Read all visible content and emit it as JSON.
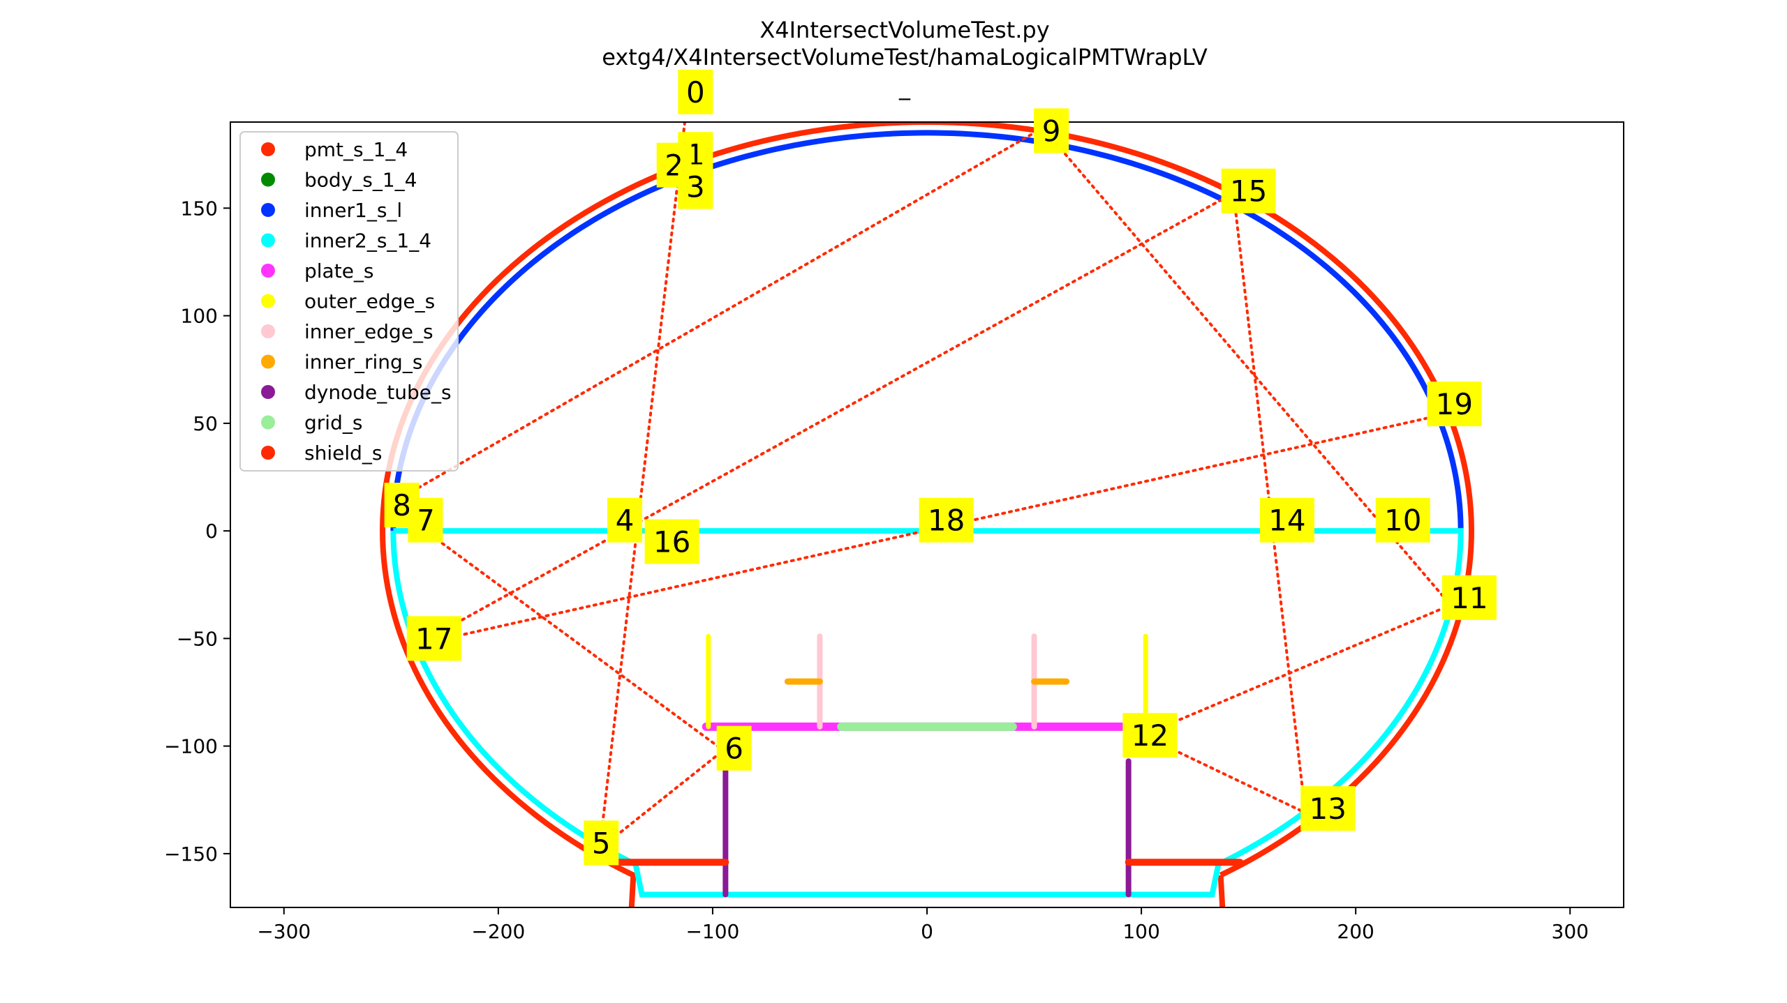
{
  "chart_data": {
    "type": "scatter",
    "title": "X4IntersectVolumeTest.py",
    "subtitle": "extg4/X4IntersectVolumeTest/hamaLogicalPMTWrapLV",
    "subtitle2": "_",
    "xlim": [
      -325,
      325
    ],
    "ylim": [
      -175,
      190
    ],
    "xticks": [
      -300,
      -200,
      -100,
      0,
      100,
      200,
      300
    ],
    "yticks": [
      -150,
      -100,
      -50,
      0,
      50,
      100,
      150
    ],
    "xtick_labels": [
      "−300",
      "−200",
      "−100",
      "0",
      "100",
      "200",
      "300"
    ],
    "ytick_labels": [
      "−150",
      "−100",
      "−50",
      "0",
      "50",
      "100",
      "150"
    ],
    "grid": false,
    "legend_position": "top-left",
    "series": [
      {
        "name": "pmt_s_1_4",
        "color": "#ff2a00"
      },
      {
        "name": "body_s_1_4",
        "color": "#008a00"
      },
      {
        "name": "inner1_s_l",
        "color": "#0033ff"
      },
      {
        "name": "inner2_s_1_4",
        "color": "#00ffff"
      },
      {
        "name": "plate_s",
        "color": "#ff33ff"
      },
      {
        "name": "outer_edge_s",
        "color": "#ffff00"
      },
      {
        "name": "inner_edge_s",
        "color": "#ffc8d2"
      },
      {
        "name": "inner_ring_s",
        "color": "#ffaa00"
      },
      {
        "name": "dynode_tube_s",
        "color": "#8b1a96"
      },
      {
        "name": "grid_s",
        "color": "#99ee99"
      },
      {
        "name": "shield_s",
        "color": "#ff2a00"
      }
    ],
    "shapes": {
      "pmt_outer": {
        "a": 254,
        "b_top": 190,
        "b_bottom": 190,
        "neck_y": -160,
        "neck_x": 144,
        "neck_x_bottom": 138,
        "bottom_y": -178
      },
      "inner1": {
        "a": 249,
        "b": 185
      },
      "inner2": {
        "a": 249,
        "b": 185,
        "neck_y": -155,
        "neck_x": 139,
        "neck_x_bottom": 133,
        "bottom_y": -169
      },
      "plate": {
        "x": [
          -103,
          103
        ],
        "y": -91
      },
      "grid": {
        "x": [
          -40,
          40
        ],
        "y": -91
      },
      "outer_edge": [
        {
          "x": -102,
          "y": [
            -91,
            -49
          ]
        },
        {
          "x": 102,
          "y": [
            -91,
            -49
          ]
        }
      ],
      "inner_edge": [
        {
          "x": -50,
          "y": [
            -91,
            -49
          ]
        },
        {
          "x": 50,
          "y": [
            -91,
            -49
          ]
        }
      ],
      "inner_ring": [
        {
          "x": [
            -65,
            -50
          ],
          "y": -70
        },
        {
          "x": [
            50,
            65
          ],
          "y": -70
        }
      ],
      "dynode_tube": [
        {
          "x": -94,
          "y": [
            -169,
            -107
          ]
        },
        {
          "x": 94,
          "y": [
            -169,
            -107
          ]
        }
      ],
      "shield": [
        {
          "x": [
            -144,
            -94
          ],
          "y": -154
        },
        {
          "x": [
            94,
            146
          ],
          "y": -154
        }
      ]
    },
    "rays": [
      [
        {
          "x": -113,
          "y": 190
        },
        {
          "x": -153,
          "y": -150
        }
      ],
      [
        {
          "x": 57,
          "y": 189
        },
        {
          "x": -246,
          "y": 15
        }
      ],
      [
        {
          "x": 143,
          "y": 157
        },
        {
          "x": -238,
          "y": -53
        }
      ],
      [
        {
          "x": 56,
          "y": 185
        },
        {
          "x": 243,
          "y": -33
        }
      ],
      [
        {
          "x": -234,
          "y": 0
        },
        {
          "x": -95,
          "y": -102
        }
      ],
      [
        {
          "x": -153,
          "y": -148
        },
        {
          "x": -95,
          "y": -102
        }
      ],
      [
        {
          "x": 103,
          "y": -94
        },
        {
          "x": 243,
          "y": -35
        }
      ],
      [
        {
          "x": 103,
          "y": -96
        },
        {
          "x": 187,
          "y": -136
        }
      ],
      [
        {
          "x": 143,
          "y": 157
        },
        {
          "x": 176,
          "y": -127
        }
      ],
      [
        {
          "x": -238,
          "y": -53
        },
        {
          "x": 245,
          "y": 55
        }
      ]
    ],
    "point_labels": [
      {
        "text": "0",
        "x": -108,
        "y": 204
      },
      {
        "text": "1",
        "x": -108,
        "y": 175
      },
      {
        "text": "2",
        "x": -118,
        "y": 170
      },
      {
        "text": "3",
        "x": -108,
        "y": 160
      },
      {
        "text": "4",
        "x": -141,
        "y": 5
      },
      {
        "text": "5",
        "x": -152,
        "y": -145
      },
      {
        "text": "6",
        "x": -90,
        "y": -101
      },
      {
        "text": "7",
        "x": -234,
        "y": 5
      },
      {
        "text": "8",
        "x": -245,
        "y": 12
      },
      {
        "text": "9",
        "x": 58,
        "y": 186
      },
      {
        "text": "10",
        "x": 222,
        "y": 5
      },
      {
        "text": "11",
        "x": 253,
        "y": -31
      },
      {
        "text": "12",
        "x": 104,
        "y": -95
      },
      {
        "text": "13",
        "x": 187,
        "y": -129
      },
      {
        "text": "14",
        "x": 168,
        "y": 5
      },
      {
        "text": "15",
        "x": 150,
        "y": 158
      },
      {
        "text": "16",
        "x": -119,
        "y": -5
      },
      {
        "text": "17",
        "x": -230,
        "y": -50
      },
      {
        "text": "18",
        "x": 9,
        "y": 5
      },
      {
        "text": "19",
        "x": 246,
        "y": 59
      }
    ]
  }
}
